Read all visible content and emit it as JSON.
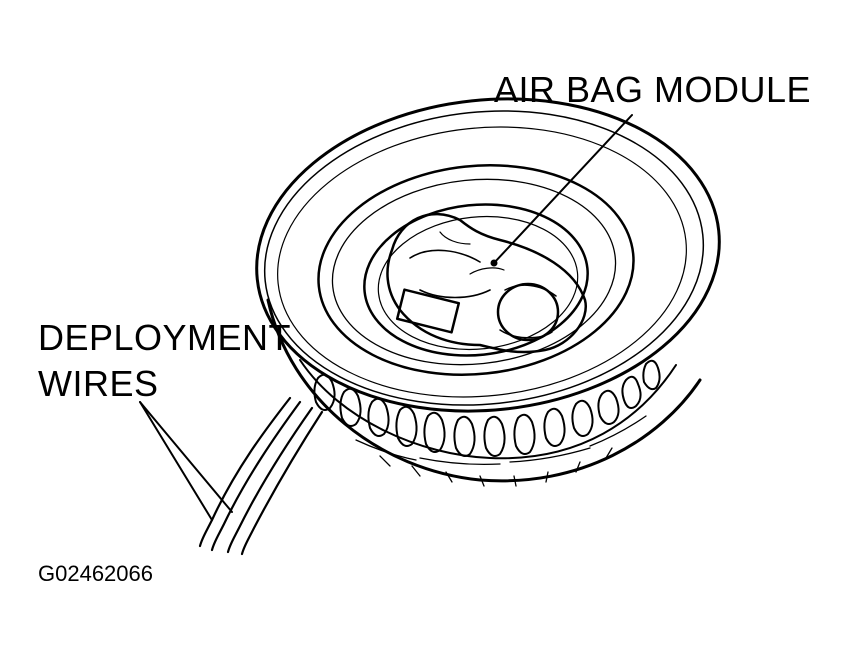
{
  "labels": {
    "air_bag_module": "AIR BAG MODULE",
    "deployment_line1": "DEPLOYMENT",
    "deployment_line2": "WIRES",
    "figure_code": "G02462066"
  },
  "colors": {
    "ink": "#000000",
    "background": "#ffffff"
  }
}
